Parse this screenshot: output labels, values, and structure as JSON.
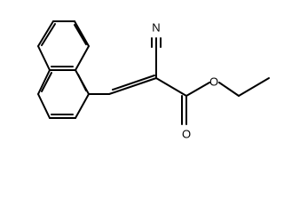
{
  "diagram": {
    "atoms": [
      {
        "name": "nitrogen-atom-label",
        "label": "N"
      },
      {
        "name": "carbonyl-oxygen-label",
        "label": "O"
      },
      {
        "name": "ester-oxygen-label",
        "label": "O"
      }
    ],
    "colors": {
      "stroke": "#000000",
      "background": "#ffffff"
    }
  }
}
